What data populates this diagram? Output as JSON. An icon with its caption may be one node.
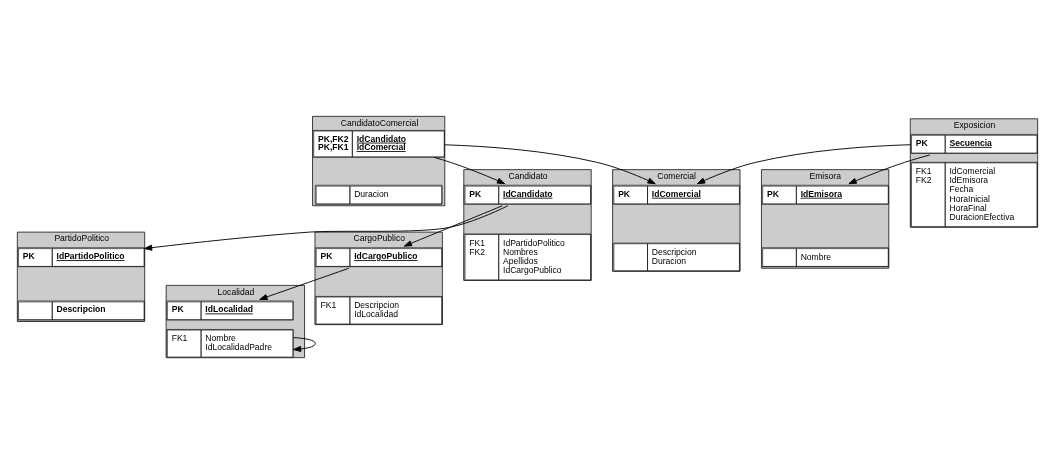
{
  "diagram": {
    "nodes": [
      {
        "text": [
          "Comercial"
        ]
      },
      {
        "text": [
          "PK",
          "IdComercial"
        ],
        "in": 0
      },
      {
        "text": [
          "Descripcion Duracion"
        ],
        "in": 0
      },
      {
        "text": [
          "CandidatoComercial"
        ]
      },
      {
        "text": [
          "PK,FK2 PK,FK1",
          "IdCandidato IdComercial"
        ],
        "in": 3
      },
      {
        "text": [
          "Duracion"
        ],
        "in": 3
      },
      {
        "text": [
          "Candidato"
        ]
      },
      {
        "text": [
          "PK",
          "IdCandidato"
        ],
        "in": 6
      },
      {
        "text": [
          "FK1 FK2",
          "IdPartidoPolitico Nombres Apellidos IdCargoPublico"
        ],
        "in": 6
      },
      {
        "text": [
          "PartidoPolitico"
        ]
      },
      {
        "text": [
          "PK",
          "IdPartidoPolitico"
        ],
        "in": 9
      },
      {
        "text": [
          "Descripcion"
        ],
        "in": 9
      },
      {
        "text": [
          "Exposicion"
        ]
      },
      {
        "text": [
          "PK",
          "Secuencia"
        ],
        "in": 12
      },
      {
        "text": [
          "FK1 FK2",
          "IdComercial IdEmisora Fecha HoraInicial HoraFinal DuracionEfectiva"
        ],
        "in": 12
      },
      {
        "text": [
          "Emisora"
        ]
      },
      {
        "text": [
          "PK",
          "IdEmisora"
        ],
        "in": 15
      },
      {
        "text": [
          "Nombre"
        ],
        "in": 15
      },
      {
        "text": [
          "CargoPublico"
        ]
      },
      {
        "text": [
          "PK",
          "IdCargoPublico"
        ],
        "in": 18
      },
      {
        "text": [
          "FK1",
          "Descripcion IdLocalidad"
        ],
        "in": 18
      },
      {
        "text": [
          "Localidad"
        ]
      },
      {
        "text": [
          "PK",
          "IdLocalidad"
        ],
        "in": 21
      },
      {
        "text": [
          "FK1",
          "Nombre IdLocalidadPadre"
        ],
        "in": 21
      }
    ],
    "edges": [
      {
        "from": 12,
        "to": 0,
        "arrow": "to"
      },
      {
        "from": 3,
        "to": 0,
        "arrow": "to"
      },
      {
        "from": 3,
        "to": 6,
        "arrow": "to"
      },
      {
        "from": 6,
        "to": 9,
        "arrow": "to"
      },
      {
        "from": 6,
        "to": 18,
        "arrow": "to"
      },
      {
        "from": 12,
        "to": 15,
        "arrow": "to"
      },
      {
        "from": 18,
        "to": 21,
        "arrow": "to"
      },
      {
        "from": 23,
        "to": 23,
        "arrow": "to"
      }
    ]
  }
}
